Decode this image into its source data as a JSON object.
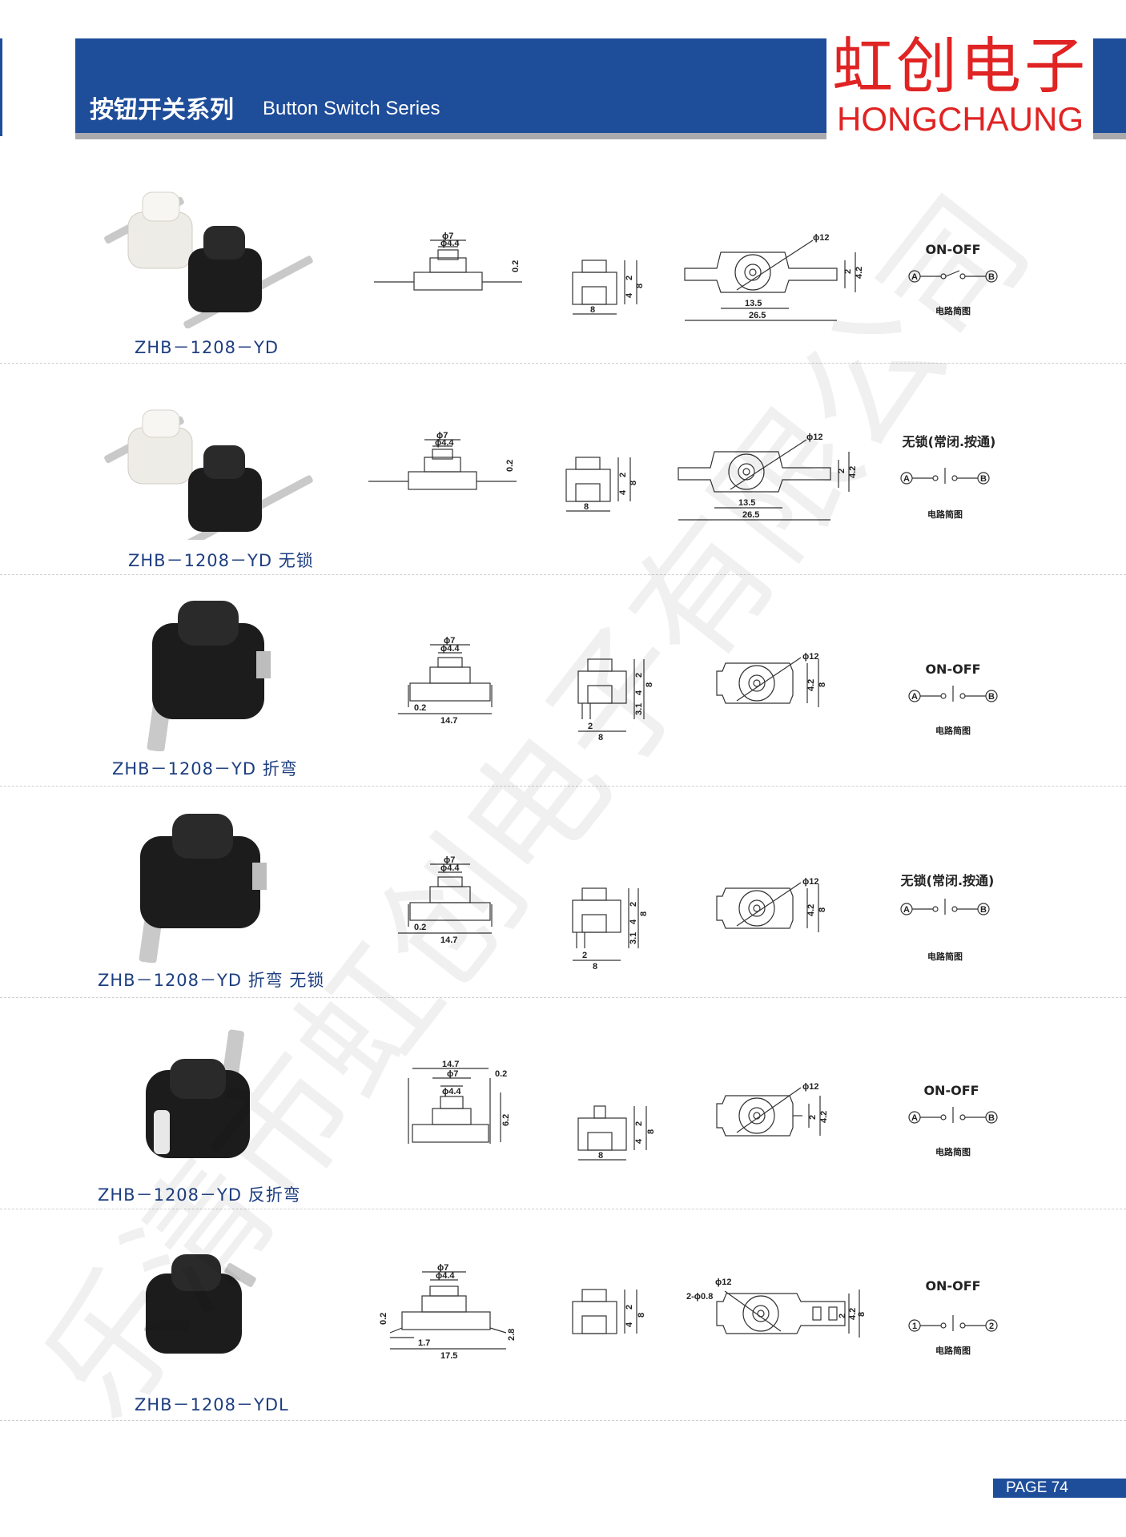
{
  "header": {
    "series_zh": "按钮开关系列",
    "series_en": "Button Switch Series",
    "brand_zh": "虹创电子",
    "brand_en": "HONGCHAUNG",
    "accent_color": "#1e4d9a",
    "brand_color": "#e02323"
  },
  "circuit_caption": "电路简图",
  "labels": {
    "phi7": "ϕ7",
    "phi44": "ϕ4.4",
    "phi12": "ϕ12",
    "d02": "0.2",
    "d2": "2",
    "d4": "4",
    "d8": "8",
    "d42": "4.2",
    "d135": "13.5",
    "d265": "26.5",
    "d147": "14.7",
    "d31": "3.1",
    "d62": "6.2",
    "d17": "1.7",
    "d175": "17.5",
    "d28": "2.8",
    "d2408": "2-ϕ0.8"
  },
  "products": [
    {
      "model": "ZHB－1208－YD",
      "circuit_title": "ON-OFF",
      "pin_a": "A",
      "pin_b": "B"
    },
    {
      "model": "ZHB－1208－YD 无锁",
      "circuit_title": "无锁(常闭.按通)",
      "pin_a": "A",
      "pin_b": "B"
    },
    {
      "model": "ZHB－1208－YD 折弯",
      "circuit_title": "ON-OFF",
      "pin_a": "A",
      "pin_b": "B"
    },
    {
      "model": "ZHB－1208－YD 折弯 无锁",
      "circuit_title": "无锁(常闭.按通)",
      "pin_a": "A",
      "pin_b": "B"
    },
    {
      "model": "ZHB－1208－YD 反折弯",
      "circuit_title": "ON-OFF",
      "pin_a": "A",
      "pin_b": "B"
    },
    {
      "model": "ZHB－1208－YDL",
      "circuit_title": "ON-OFF",
      "pin_a": "1",
      "pin_b": "2"
    }
  ],
  "watermark": "乐清市虹创电子有限公司",
  "footer": {
    "page": "PAGE 74"
  }
}
